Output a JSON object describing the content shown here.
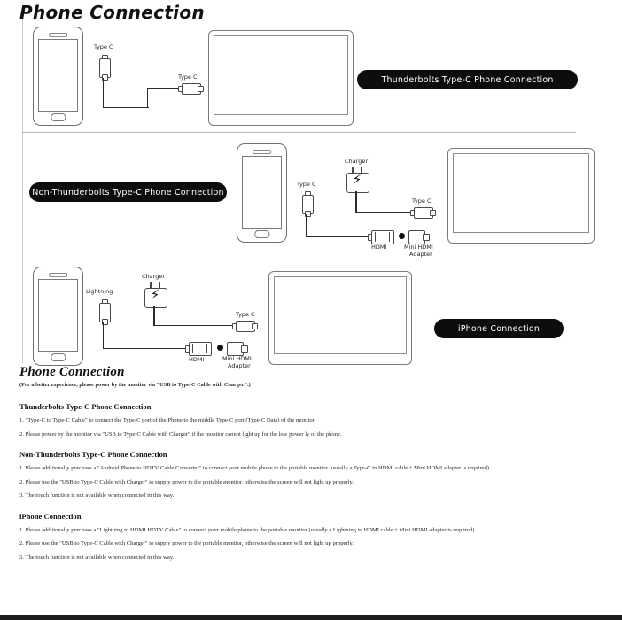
{
  "page": {
    "title": "Phone Connection"
  },
  "diagrams": [
    {
      "id": "thunderbolts",
      "badge": "Thunderbolts Type-C Phone Connection",
      "labels": {
        "phone_connector": "Type C",
        "monitor_connector": "Type C"
      }
    },
    {
      "id": "non-thunderbolts",
      "badge": "Non-Thunderbolts Type-C Phone Connection",
      "labels": {
        "phone_connector": "Type C",
        "charger": "Charger",
        "monitor_connector": "Type C",
        "hdmi": "HDMI",
        "mini_hdmi": "Mini HDMI\nAdapter",
        "mini_hdmi_line1": "Mini HDMI",
        "mini_hdmi_line2": "Adapter"
      }
    },
    {
      "id": "iphone",
      "badge": "iPhone Connection",
      "labels": {
        "phone_connector": "Lightning",
        "charger": "Charger",
        "monitor_connector": "Type C",
        "hdmi": "HDMI",
        "mini_hdmi_line1": "Mini HDMI",
        "mini_hdmi_line2": "Adapter"
      }
    }
  ],
  "instructions": {
    "title": "Phone Connection",
    "subtitle": "(For a better experience, please power by the monitor via \"USB to Type-C Cable with Charger\".)",
    "sections": [
      {
        "heading": "Thunderbolts Type-C Phone Connection",
        "items": [
          "1. \"Type-C to Type-C Cable\" to connect the Type-C port of the Phone to the middle Type-C port (Type-C Data) of the monitor",
          "2. Please power by the monitor via \"USB to Type-C Cable with Charger\" if the monitor cannot light up for the low power ly of the phone."
        ]
      },
      {
        "heading": "Non-Thunderbolts Type-C Phone Connection",
        "items": [
          "1. Please additionally purchase a \"Android Phone to HDTV Cable/Converter\" to connect your mobile phone to the portable monitor (usually a Type-C to HDMI cable + Mini HDMI adapter is required)",
          "2. Please use the \"USB to Type-C Cable with Charger\" to supply power to the portable monitor, otherwise the screen will not light up properly.",
          "3. The touch function is not available when connected in this way."
        ]
      },
      {
        "heading": "iPhone Connection",
        "items": [
          "1. Please additionally purchase a \"Lightning to  HDMI HDTV Cable\" to connect your mobile phone to the portable monitor (usually a Lightning to HDMI cable + Mini HDMI adapter is required)",
          "2. Please use the \"USB to Type-C Cable with Charger\" to supply power to the portable monitor, otherwise the screen will not light up properly.",
          "3. The touch function is not available when connected in this way."
        ]
      }
    ]
  },
  "icons": {
    "bolt": "⚡"
  },
  "colors": {
    "badge_bg": "#0d0d0d",
    "badge_text": "#ffffff",
    "outline": "#6f6f6f",
    "wire": "#2b2b2b"
  }
}
